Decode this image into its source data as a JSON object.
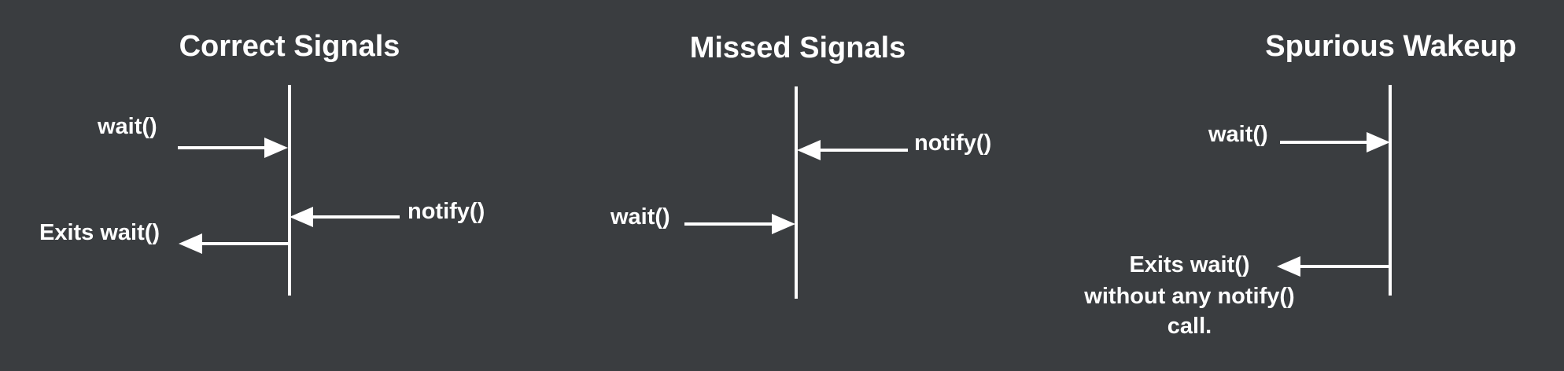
{
  "background_color": "#3a3d40",
  "foreground_color": "#ffffff",
  "panels": [
    {
      "title": "Correct Signals",
      "labels": [
        "wait()",
        "notify()",
        "Exits wait()"
      ]
    },
    {
      "title": "Missed Signals",
      "labels": [
        "notify()",
        "wait()"
      ]
    },
    {
      "title": "Spurious Wakeup",
      "labels": [
        "wait()",
        "Exits wait()",
        "without any notify()",
        "call."
      ]
    }
  ]
}
